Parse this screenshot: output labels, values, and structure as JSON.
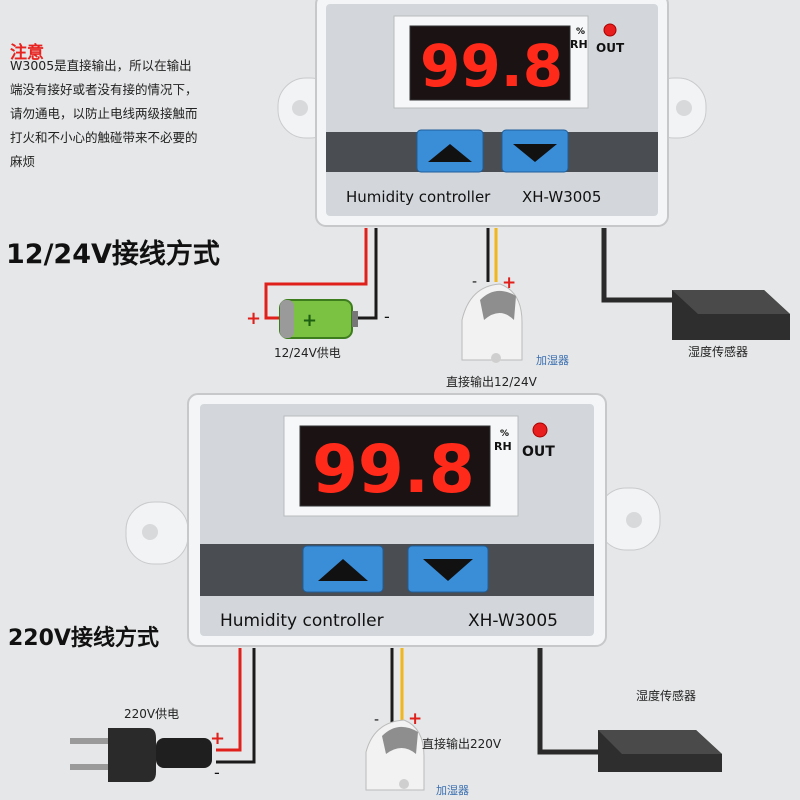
{
  "notice": {
    "title": "注意",
    "lines": [
      "W3005是直接输出，所以在输出",
      "端没有接好或者没有接的情况下，",
      "请勿通电，以防止电线两级接触而",
      "打火和不小心的触碰带来不必要的",
      "麻烦"
    ]
  },
  "top_device": {
    "display_value": "99.8",
    "unit_percent": "%",
    "unit_rh": "RH",
    "out_label": "OUT",
    "name": "Humidity controller",
    "model": "XH-W3005"
  },
  "bottom_device": {
    "display_value": "99.8",
    "unit_percent": "%",
    "unit_rh": "RH",
    "out_label": "OUT",
    "name": "Humidity controller",
    "model": "XH-W3005"
  },
  "wiring_12v": {
    "heading": "12/24V接线方式",
    "supply_label": "12/24V供电",
    "plus": "+",
    "minus": "-",
    "humidifier_label": "加湿器",
    "output_label": "直接输出12/24V",
    "sensor_label": "湿度传感器"
  },
  "wiring_220v": {
    "heading": "220V接线方式",
    "supply_label": "220V供电",
    "plus": "+",
    "minus": "-",
    "humidifier_label": "加湿器",
    "output_label": "直接输出220V",
    "sensor_label": "湿度传感器"
  },
  "colors": {
    "wire_red": "#e0201b",
    "wire_yellow": "#f0b61a",
    "wire_black": "#1a1a1a",
    "button_blue": "#3a8ed8",
    "display_red": "#ff2a1a",
    "panel_gray": "#d3d7db",
    "band_dark": "#4a4d52"
  }
}
